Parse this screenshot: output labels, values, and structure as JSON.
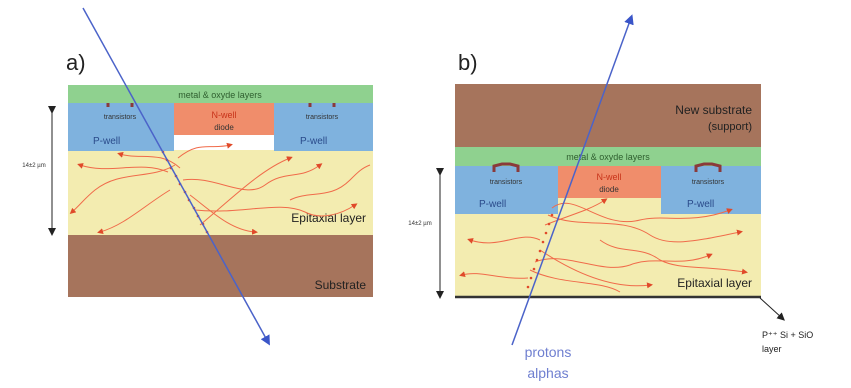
{
  "panel_a": {
    "tag": "a)",
    "metal_layer": "metal & oxyde layers",
    "transistor_left": "transistors",
    "transistor_right": "transistors",
    "pwell_left": "P-well",
    "pwell_right": "P-well",
    "nwell": "N-well",
    "diode": "diode",
    "epitaxial": "Epitaxial layer",
    "substrate": "Substrate",
    "thickness": "14±2 µm"
  },
  "panel_b": {
    "tag": "b)",
    "new_substrate_line1": "New substrate",
    "new_substrate_line2": "(support)",
    "metal_layer": "metal & oxyde layers",
    "transistor_left": "transistors",
    "transistor_right": "transistors",
    "pwell_left": "P-well",
    "pwell_right": "P-well",
    "nwell": "N-well",
    "diode": "diode",
    "epitaxial": "Epitaxial layer",
    "thickness": "14±2 µm",
    "backside_line1": "P⁺⁺ Si + SiO",
    "backside_line2": "layer"
  },
  "particles": {
    "line1": "protons",
    "line2": "alphas"
  },
  "colors": {
    "metal": "#8fd18f",
    "pwell": "#7fb2de",
    "nwell": "#f08d6b",
    "epitaxial": "#f3ecb0",
    "substrate": "#a6745c",
    "track": "#f06b4a",
    "arrow": "#4b63c9",
    "particle_text": "#6f7fd0"
  }
}
